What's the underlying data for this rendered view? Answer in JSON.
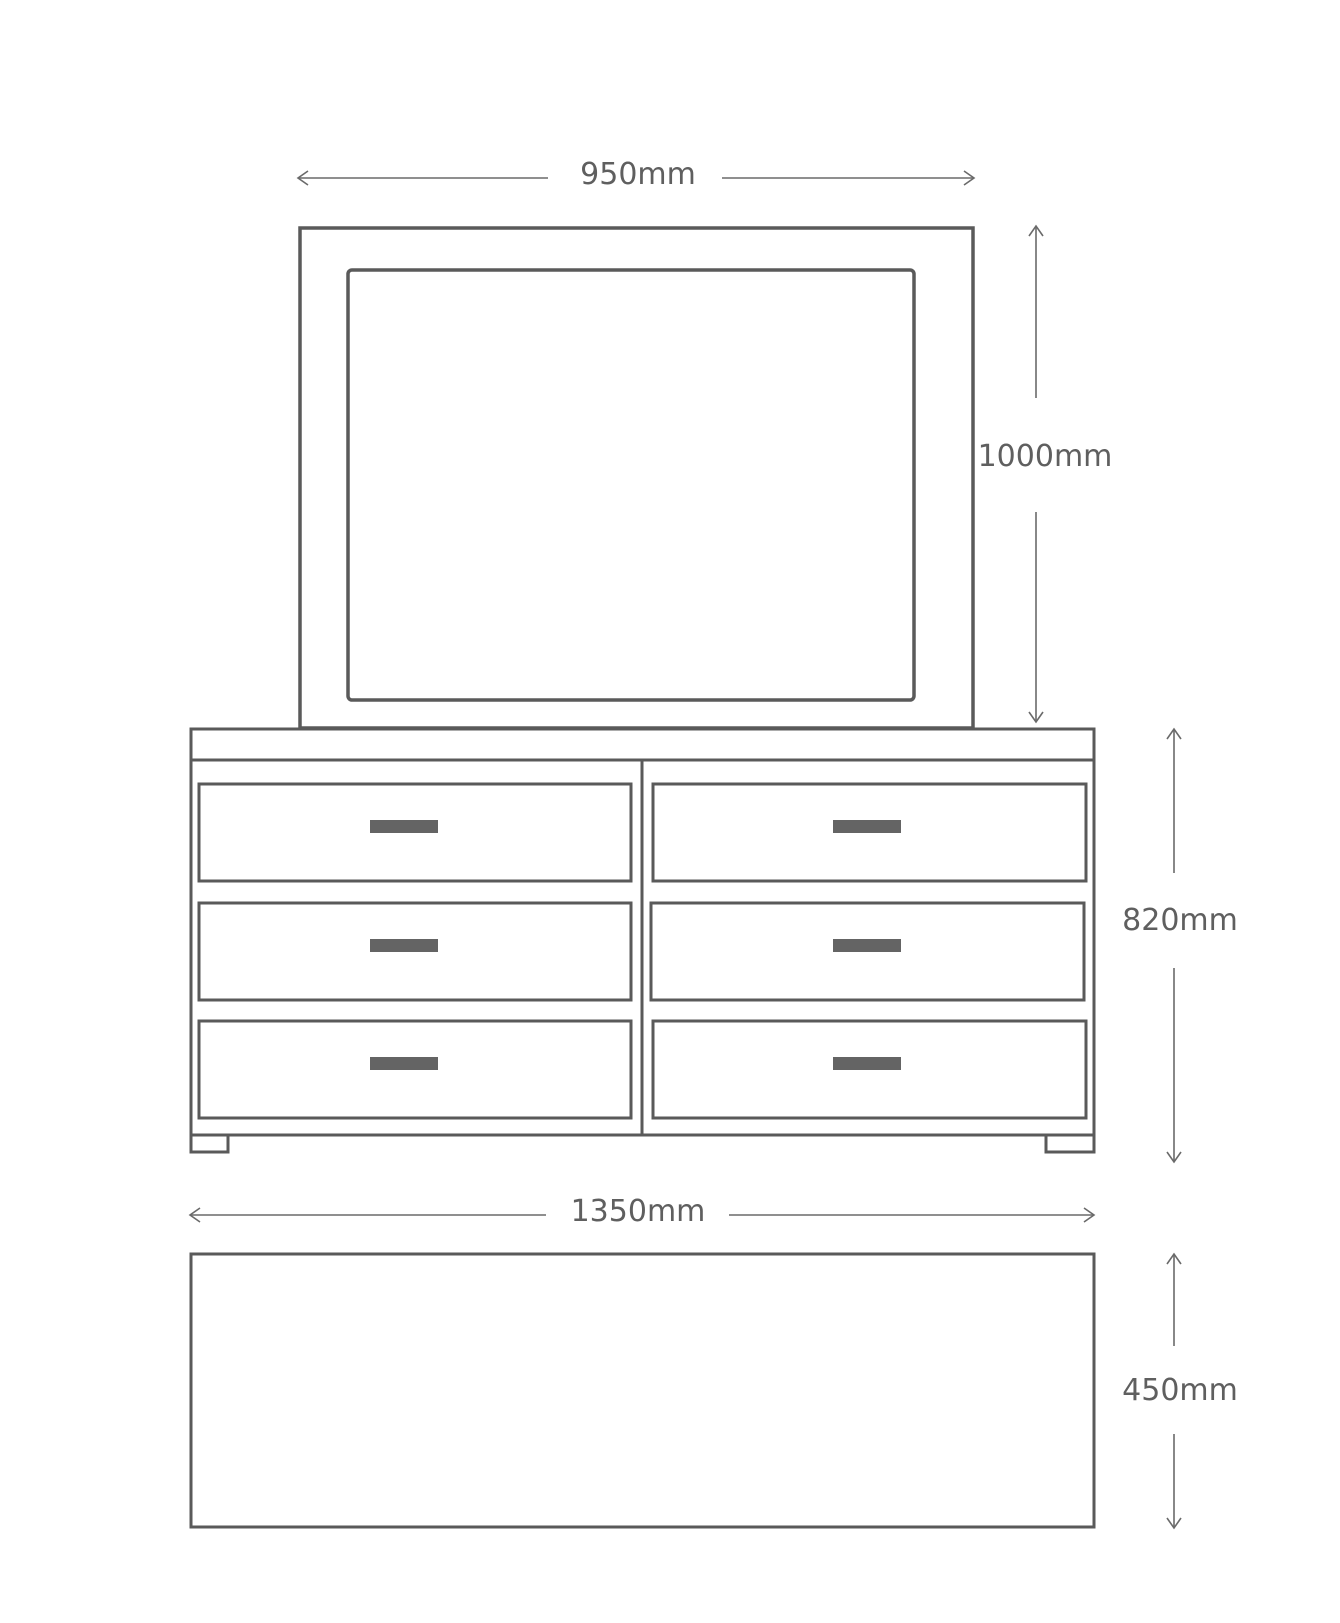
{
  "dimensions": {
    "mirror_width": "950mm",
    "mirror_height": "1000mm",
    "dresser_height": "820mm",
    "dresser_width": "1350mm",
    "dresser_depth": "450mm"
  },
  "colors": {
    "line": "#5a5a5a",
    "text": "#5f5f5f",
    "handle": "#646464",
    "background": "#ffffff"
  }
}
